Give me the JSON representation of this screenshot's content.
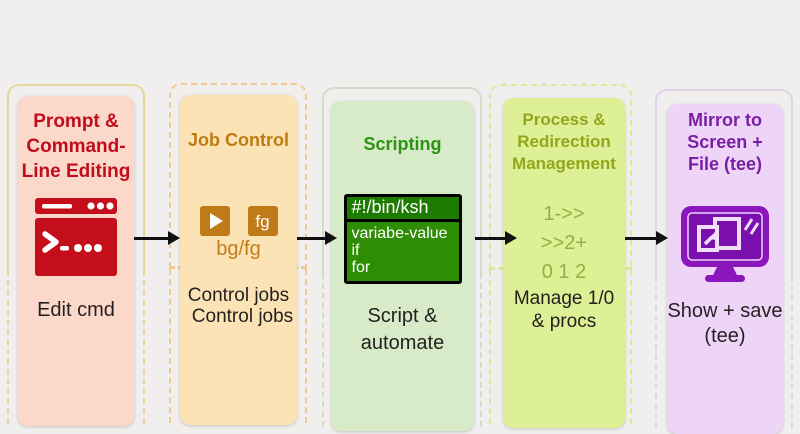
{
  "diagram": {
    "background": "#f0efed",
    "arrow_color": "#111111"
  },
  "panels": [
    {
      "title_lines": [
        "Prompt &",
        "Command-",
        "Line Editing"
      ],
      "title_color": "#c00d1d",
      "card_bg": "#fcd8ca",
      "outline_color": "#e6d89c",
      "icon": "terminal-window-icon",
      "icon_color": "#c50e1c",
      "body_lines": [
        "Edit cmd"
      ]
    },
    {
      "title_lines": [
        "Job Control"
      ],
      "title_color": "#bf7b11",
      "card_bg": "#fbe3b5",
      "outline_color": "#f0c892",
      "icons": [
        "play-icon",
        "fg-badge"
      ],
      "fg_badge_label": "fg",
      "caption": "bg/fg",
      "body_lines": [
        "Control jobs",
        "Control jobs"
      ]
    },
    {
      "title_lines": [
        "Scripting"
      ],
      "title_color": "#2e9213",
      "card_bg": "#d8ebc9",
      "outline_color": "#d3dbcd",
      "code_header": "#!/bin/ksh",
      "code_lines": [
        "variabe-value",
        "if",
        "for"
      ],
      "code_bg": "#2e8d05",
      "body_lines": [
        "Script &",
        "automate"
      ]
    },
    {
      "title_lines": [
        "Process &",
        "Redirection",
        "Management"
      ],
      "title_color": "#94a51c",
      "card_bg": "#ddf095",
      "outline_color": "#dbe89e",
      "op_lines": [
        "1->>",
        ">>2+",
        "0 1 2"
      ],
      "body_lines": [
        "Manage 1/0",
        "& procs"
      ]
    },
    {
      "title_lines": [
        "Mirror to",
        "Screen +",
        "File (tee)"
      ],
      "title_color": "#7a1ea6",
      "card_bg": "#eed5f8",
      "outline_color": "#ded5e8",
      "icon": "monitor-mirror-icon",
      "icon_color": "#8a16bd",
      "body_lines": [
        "Show + save",
        "(tee)"
      ]
    }
  ]
}
